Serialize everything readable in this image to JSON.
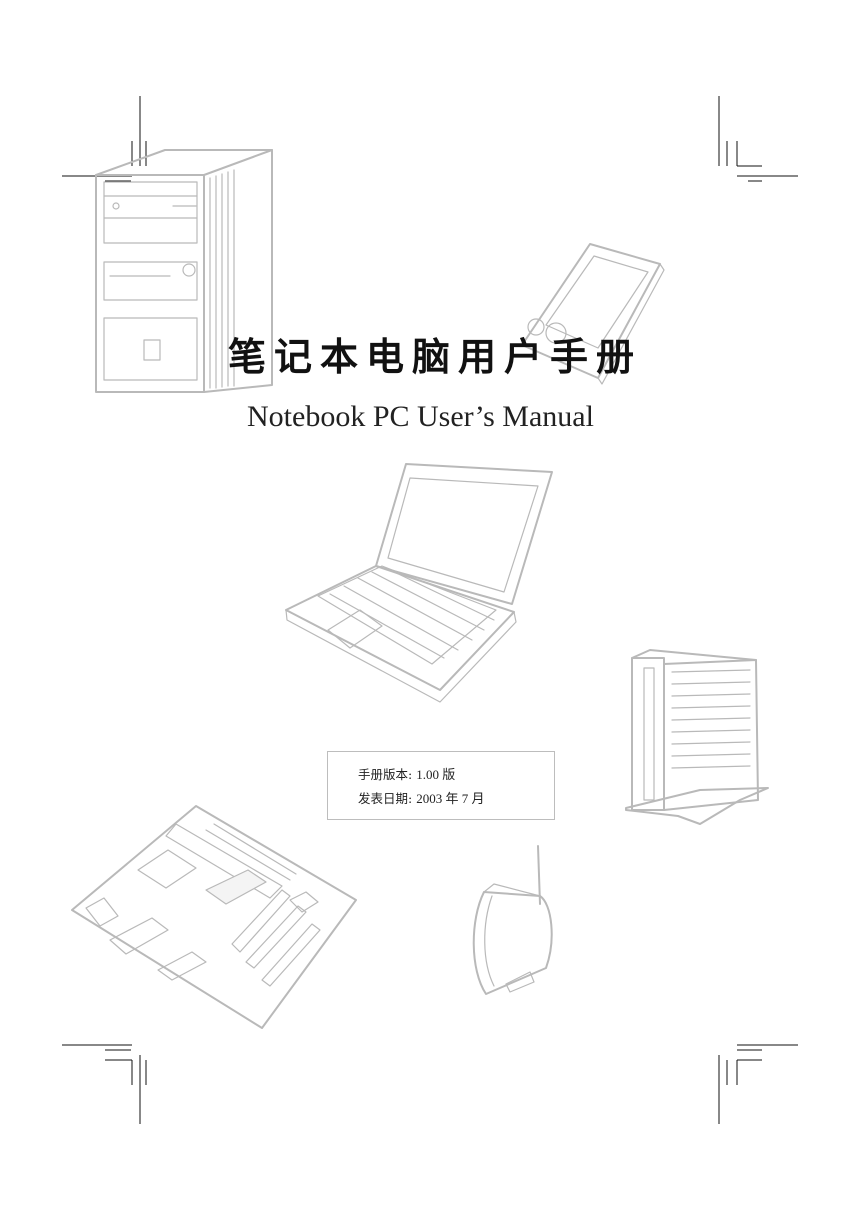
{
  "document": {
    "title_zh": "笔记本电脑用户手册",
    "title_en": "Notebook PC User’s Manual",
    "version_label": "手册版本:",
    "version_value": "1.00 版",
    "date_label": "发表日期:",
    "date_value": "2003 年 7 月"
  },
  "illustrations": {
    "desktop_tower": "desktop-tower-icon",
    "pda": "pda-icon",
    "laptop": "laptop-icon",
    "mini_pc": "mini-pc-icon",
    "motherboard": "motherboard-icon",
    "router": "router-icon"
  },
  "colors": {
    "illustration_stroke": "#b9b9b9",
    "text": "#1a1a1a",
    "box_border": "#bdbdbd"
  }
}
